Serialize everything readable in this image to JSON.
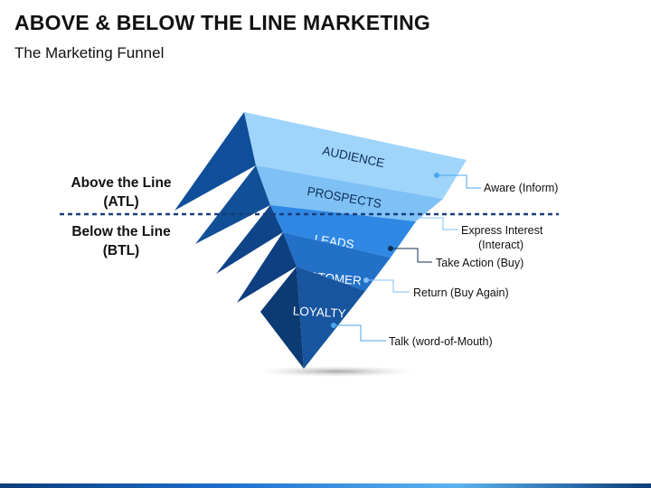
{
  "title": "ABOVE & BELOW THE LINE MARKETING",
  "subtitle": "The Marketing Funnel",
  "above": {
    "line1": "Above the Line",
    "line2": "(ATL)"
  },
  "below": {
    "line1": "Below the Line",
    "line2": "(BTL)"
  },
  "stages": [
    {
      "label": "AUDIENCE",
      "callout": [
        "Aware (Inform)"
      ]
    },
    {
      "label": "PROSPECTS",
      "callout": [
        "Express Interest",
        "(Interact)"
      ]
    },
    {
      "label": "LEADS",
      "callout": [
        "Take Action (Buy)"
      ]
    },
    {
      "label": "CUSTOMER",
      "callout": [
        "Return (Buy Again)"
      ]
    },
    {
      "label": "LOYALTY",
      "callout": [
        "Talk (word-of-Mouth)"
      ]
    }
  ],
  "colors": {
    "text": "#111111",
    "divider": "#1a3d7a",
    "audience": "#9fd4fb",
    "prospects": "#7fc1f5",
    "leads": "#2f88e4",
    "customer": "#2270c8",
    "loyalty": "#17559e"
  }
}
